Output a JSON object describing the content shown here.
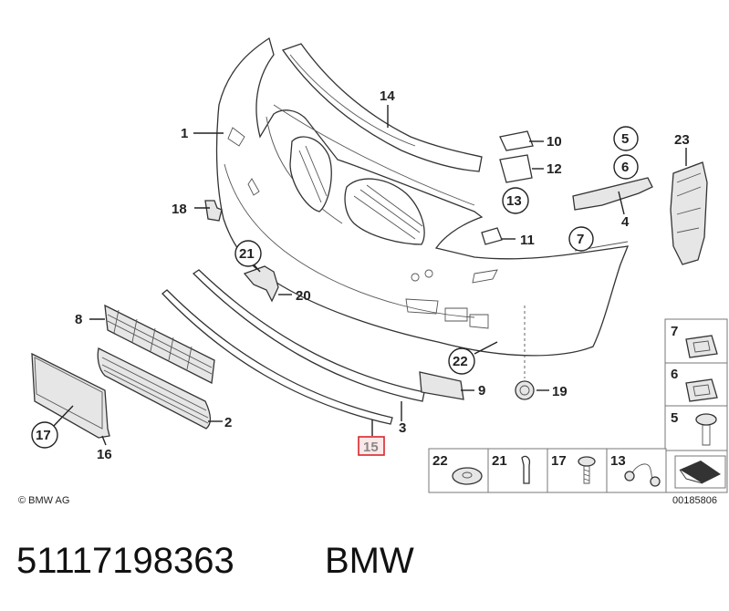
{
  "callouts": {
    "c1": "1",
    "c2": "2",
    "c3": "3",
    "c4": "4",
    "c5": "5",
    "c6": "6",
    "c7": "7",
    "c8": "8",
    "c9": "9",
    "c10": "10",
    "c11": "11",
    "c12": "12",
    "c13": "13",
    "c14": "14",
    "c15": "15",
    "c16": "16",
    "c17": "17",
    "c18": "18",
    "c19": "19",
    "c20": "20",
    "c21": "21",
    "c22": "22",
    "c23": "23"
  },
  "legend": {
    "side": [
      "7",
      "6",
      "5"
    ],
    "bottom": [
      "22",
      "21",
      "17",
      "13"
    ]
  },
  "copyright": "© BMW AG",
  "diagram_id": "00185806",
  "part_number": "51117198363",
  "brand": "BMW",
  "highlight_color": "#d9262c"
}
